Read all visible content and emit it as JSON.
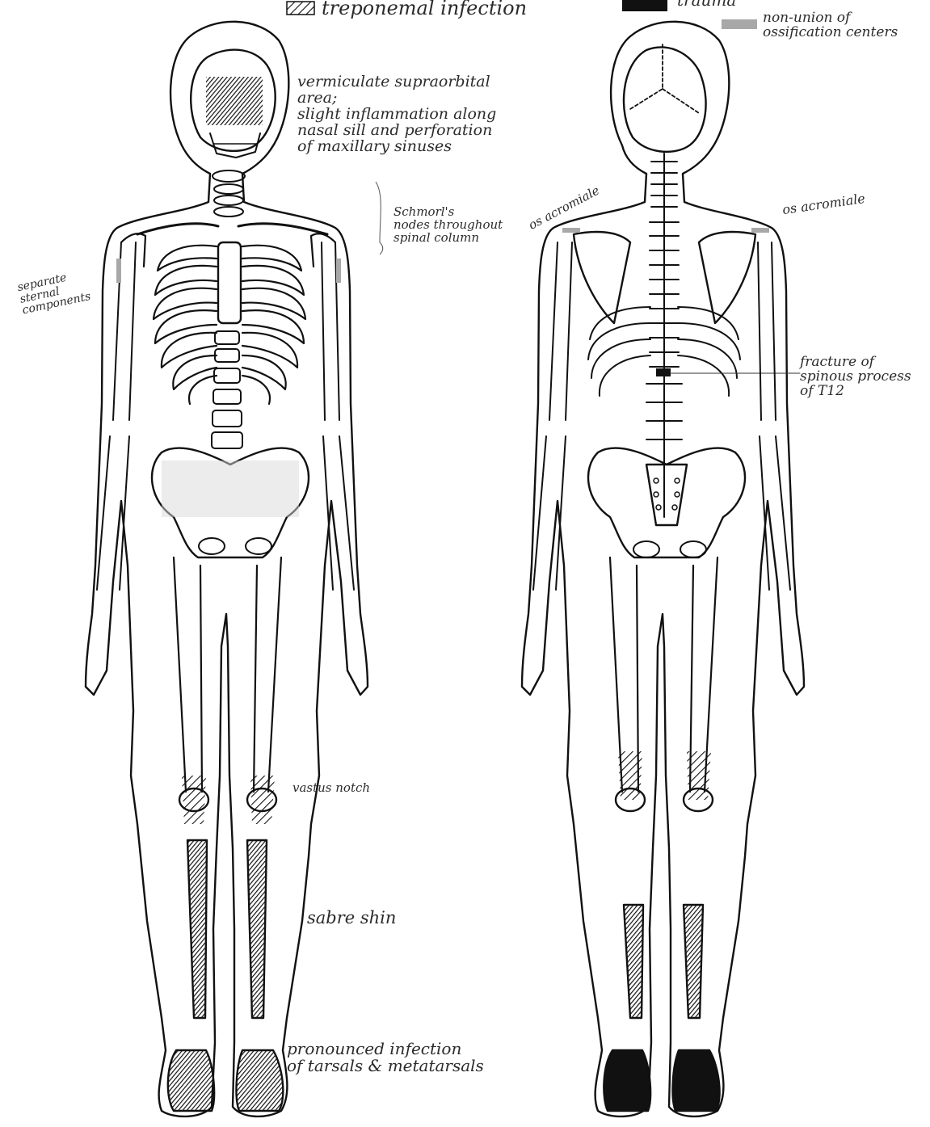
{
  "legend": {
    "items": [
      {
        "label": "treponemal infection",
        "swatch": "hatched",
        "color": "#1a1a1a"
      },
      {
        "label": "trauma",
        "swatch": "solid",
        "color": "#111111"
      },
      {
        "label": "non-union of ossification centers",
        "swatch": "gray",
        "color": "#9a9a9a"
      }
    ]
  },
  "annotations": {
    "skull": "vermiculate supraorbital\n area;\nslight inflammation along\n nasal sill and perforation\nof maxillary sinuses",
    "spine": "Schmorl's\nnodes throughout\nspinal column",
    "sternum": "separate\nsternal\ncomponents",
    "os_acromiale_left": "os acromiale",
    "os_acromiale_right": "os acromiale",
    "fracture": "fracture of\nspinous process\nof T12",
    "vastus": "vastus notch",
    "sabre": "sabre shin",
    "tarsals": "pronounced infection\n of tarsals & metatarsals"
  },
  "colors": {
    "ink": "#111111",
    "pencil": "#4a4a4a",
    "gray_mark": "#a8a8a8",
    "paper": "#ffffff"
  }
}
